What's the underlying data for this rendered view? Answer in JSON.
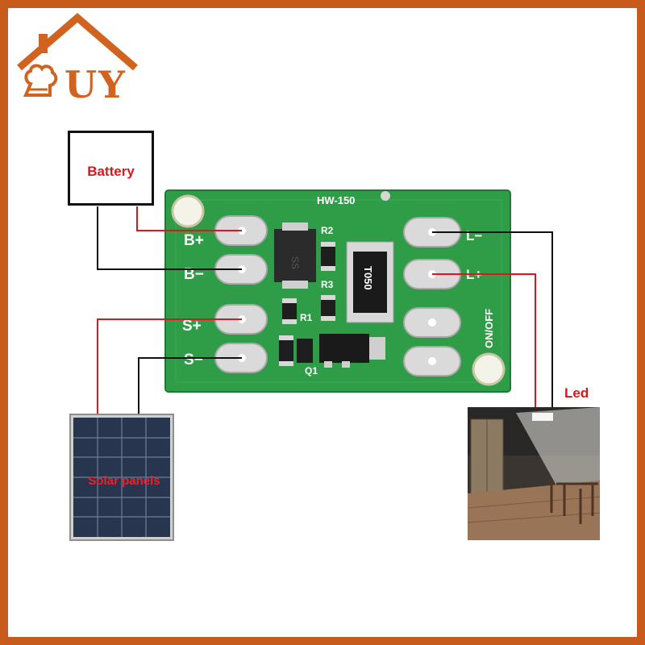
{
  "logo": {
    "text": "UY"
  },
  "labels": {
    "battery": "Battery",
    "led": "Led",
    "solar": "Solar panels"
  },
  "board": {
    "model": "HW-150",
    "pads_left": [
      "B+",
      "B−",
      "S+",
      "S−"
    ],
    "pads_right": [
      "L−",
      "L+"
    ],
    "switch_label": "ON/OFF",
    "components": {
      "r1": "R1",
      "r2": "R2",
      "r3": "R3",
      "q1": "Q1",
      "inductor": "T050"
    }
  },
  "colors": {
    "frame": "#c85a1c",
    "brand": "#d0631f",
    "wire_positive": "#e0141b",
    "wire_negative": "#111111",
    "pcb": "#2f9d48",
    "label_text": "#e0141b"
  }
}
